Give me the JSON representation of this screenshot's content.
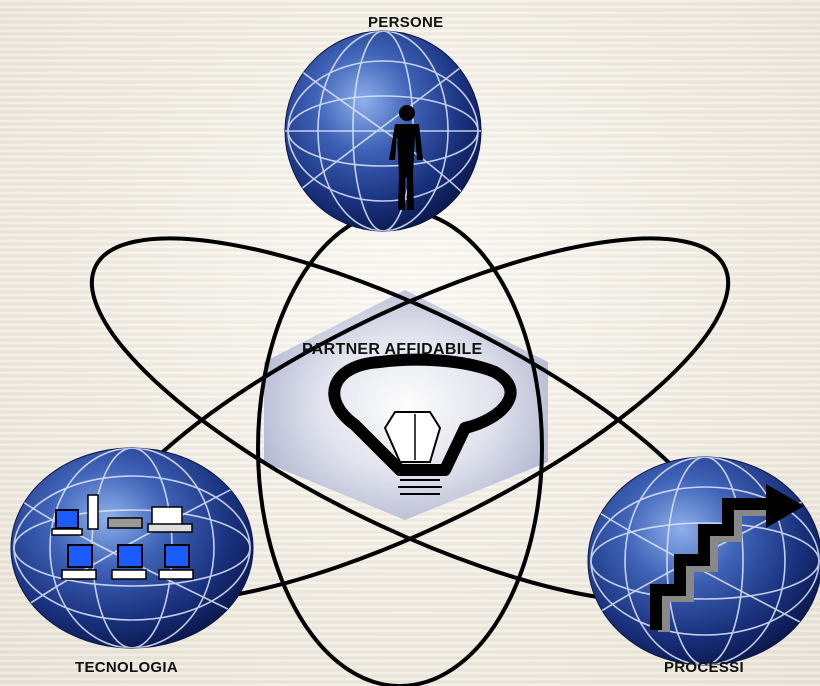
{
  "nodes": {
    "top": {
      "label": "PERSONE",
      "icon": "person-icon"
    },
    "left": {
      "label": "TECNOLOGIA",
      "icon": "computers-icon"
    },
    "right": {
      "label": "PROCESSI",
      "icon": "stairs-arrow-icon"
    }
  },
  "center": {
    "label": "PARTNER AFFIDABILE",
    "icon": "lightbulb-icon"
  },
  "colors": {
    "globe_dark": "#0e1f5c",
    "globe_light": "#6a90d8",
    "orbit": "#000000",
    "background": "#f1ede4"
  }
}
